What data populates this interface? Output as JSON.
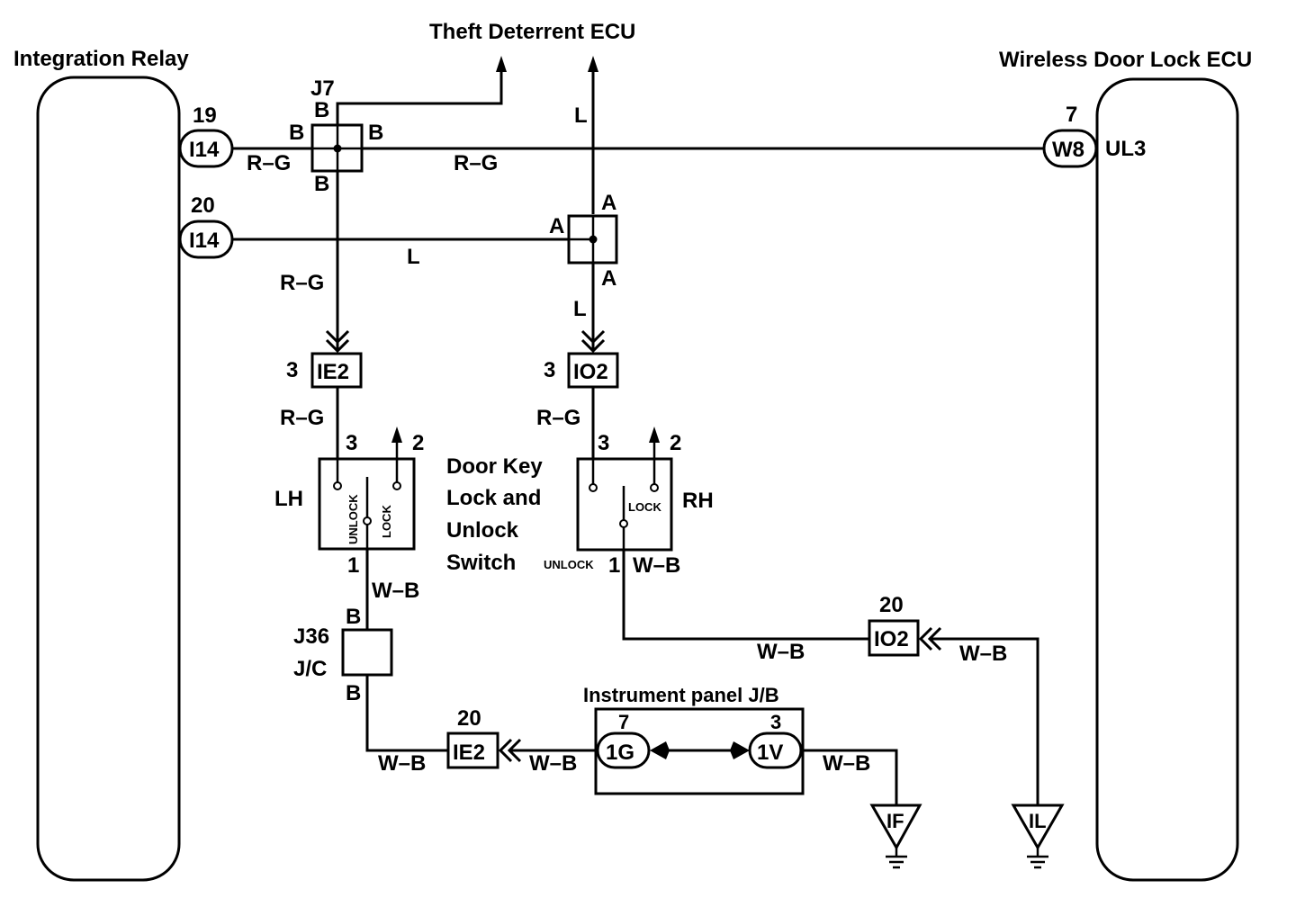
{
  "components": {
    "integration_relay": "Integration Relay",
    "theft_deterrent_ecu": "Theft Deterrent ECU",
    "wireless_door_lock_ecu": "Wireless Door Lock ECU",
    "door_key_switch": [
      "Door Key",
      "Lock and",
      "Unlock",
      "Switch"
    ],
    "instrument_panel_jb": "Instrument panel J/B",
    "lh": "LH",
    "rh": "RH"
  },
  "connectors": {
    "i14_a": {
      "id": "I14",
      "pin": "19"
    },
    "i14_b": {
      "id": "I14",
      "pin": "20"
    },
    "w8": {
      "id": "W8",
      "pin": "7",
      "signal": "UL3"
    },
    "j7": {
      "id": "J7",
      "pins": [
        "B",
        "B",
        "B",
        "B"
      ]
    },
    "junction_a": {
      "pins": [
        "A",
        "A",
        "A"
      ]
    },
    "ie2_top": {
      "id": "IE2",
      "pin": "3"
    },
    "io2_top": {
      "id": "IO2",
      "pin": "3"
    },
    "io2_right": {
      "id": "IO2",
      "pin": "20"
    },
    "ie2_bottom": {
      "id": "IE2",
      "pin": "20"
    },
    "j36": {
      "id": "J36",
      "sub": "J/C",
      "pin_top": "B",
      "pin_bottom": "B"
    },
    "jb_1g": {
      "id": "1G",
      "pin": "7"
    },
    "jb_1v": {
      "id": "1V",
      "pin": "3"
    }
  },
  "switch_lh": {
    "pin_left": "3",
    "pin_right": "2",
    "pin_bottom": "1",
    "unlock": "UNLOCK",
    "lock": "LOCK"
  },
  "switch_rh": {
    "pin_left": "3",
    "pin_right": "2",
    "pin_bottom": "1",
    "unlock": "UNLOCK",
    "lock": "LOCK"
  },
  "wires": {
    "rg": "R–G",
    "l": "L",
    "wb": "W–B"
  },
  "grounds": {
    "if": "IF",
    "il": "IL"
  }
}
